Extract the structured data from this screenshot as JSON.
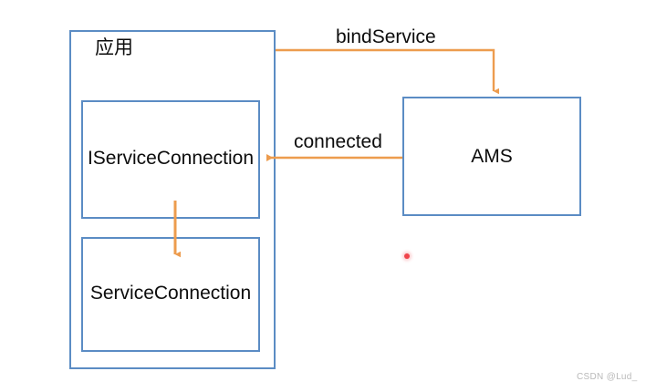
{
  "diagram": {
    "title": "Android bindService flow",
    "colors": {
      "box_border": "#5B8CC4",
      "arrow": "#ED9C4E",
      "text": "#0d0d0d",
      "dot": "#f0434a",
      "watermark": "#b9b9b9",
      "background": "#ffffff"
    },
    "nodes": {
      "app": {
        "label": "应用"
      },
      "iservice_connection": {
        "label": "IServiceConnection"
      },
      "service_connection": {
        "label": "ServiceConnection"
      },
      "ams": {
        "label": "AMS"
      }
    },
    "edges": {
      "bind_service": {
        "label": "bindService",
        "from": "应用",
        "to": "AMS"
      },
      "connected": {
        "label": "connected",
        "from": "AMS",
        "to": "IServiceConnection"
      },
      "implements": {
        "label": "",
        "from": "IServiceConnection",
        "to": "ServiceConnection"
      }
    },
    "annotations": {
      "red_dot": "red-dot-marker"
    },
    "watermark": "CSDN @Lud_"
  }
}
